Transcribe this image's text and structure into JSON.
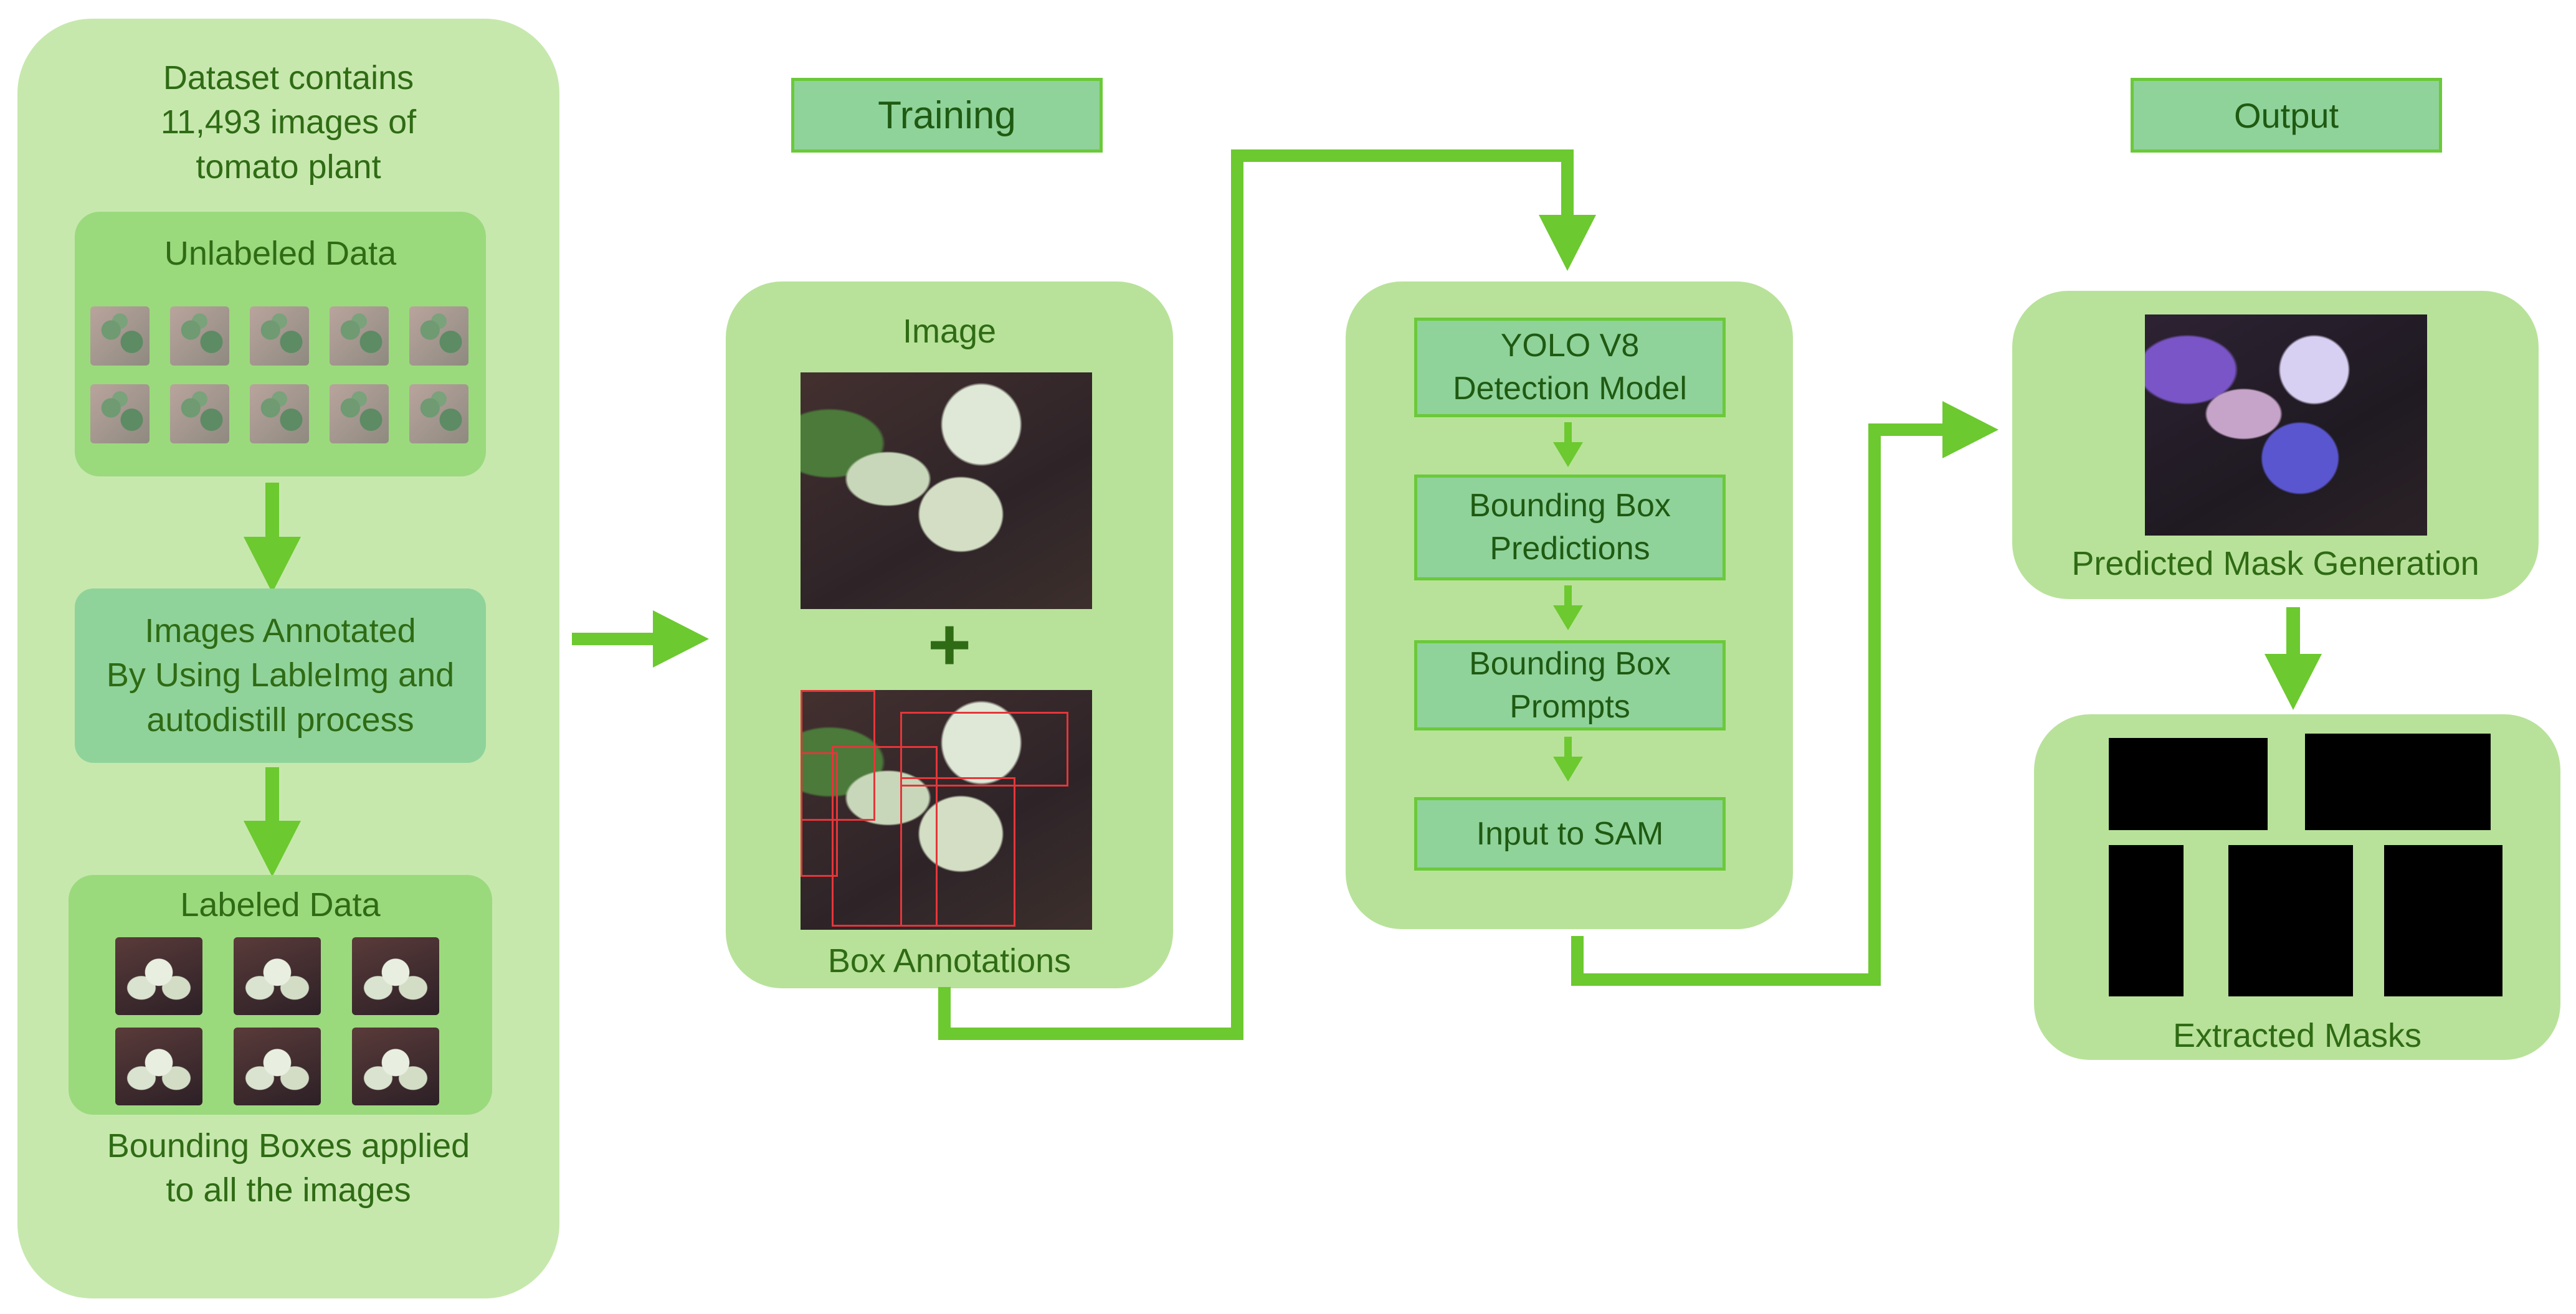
{
  "left_panel": {
    "dataset_text": "Dataset contains\n11,493 images of\ntomato plant",
    "unlabeled_title": "Unlabeled Data",
    "annotated_text": "Images Annotated\nBy Using LableImg and\nautodistill process",
    "labeled_title": "Labeled Data",
    "bbox_text": "Bounding Boxes applied\nto all the images"
  },
  "training": {
    "header": "Training",
    "image_label": "Image",
    "plus": "+",
    "box_annotations": "Box Annotations"
  },
  "model": {
    "yolo": "YOLO V8\nDetection Model",
    "bbox_predictions": "Bounding Box\nPredictions",
    "bbox_prompts": "Bounding Box\nPrompts",
    "sam": "Input to SAM"
  },
  "output": {
    "header": "Output",
    "predicted_mask": "Predicted Mask Generation",
    "extracted_masks": "Extracted Masks"
  },
  "colors": {
    "accent": "#6cc92f",
    "panel": "#b8e29a",
    "label_box": "#8fd39a",
    "text": "#2f6b14"
  }
}
